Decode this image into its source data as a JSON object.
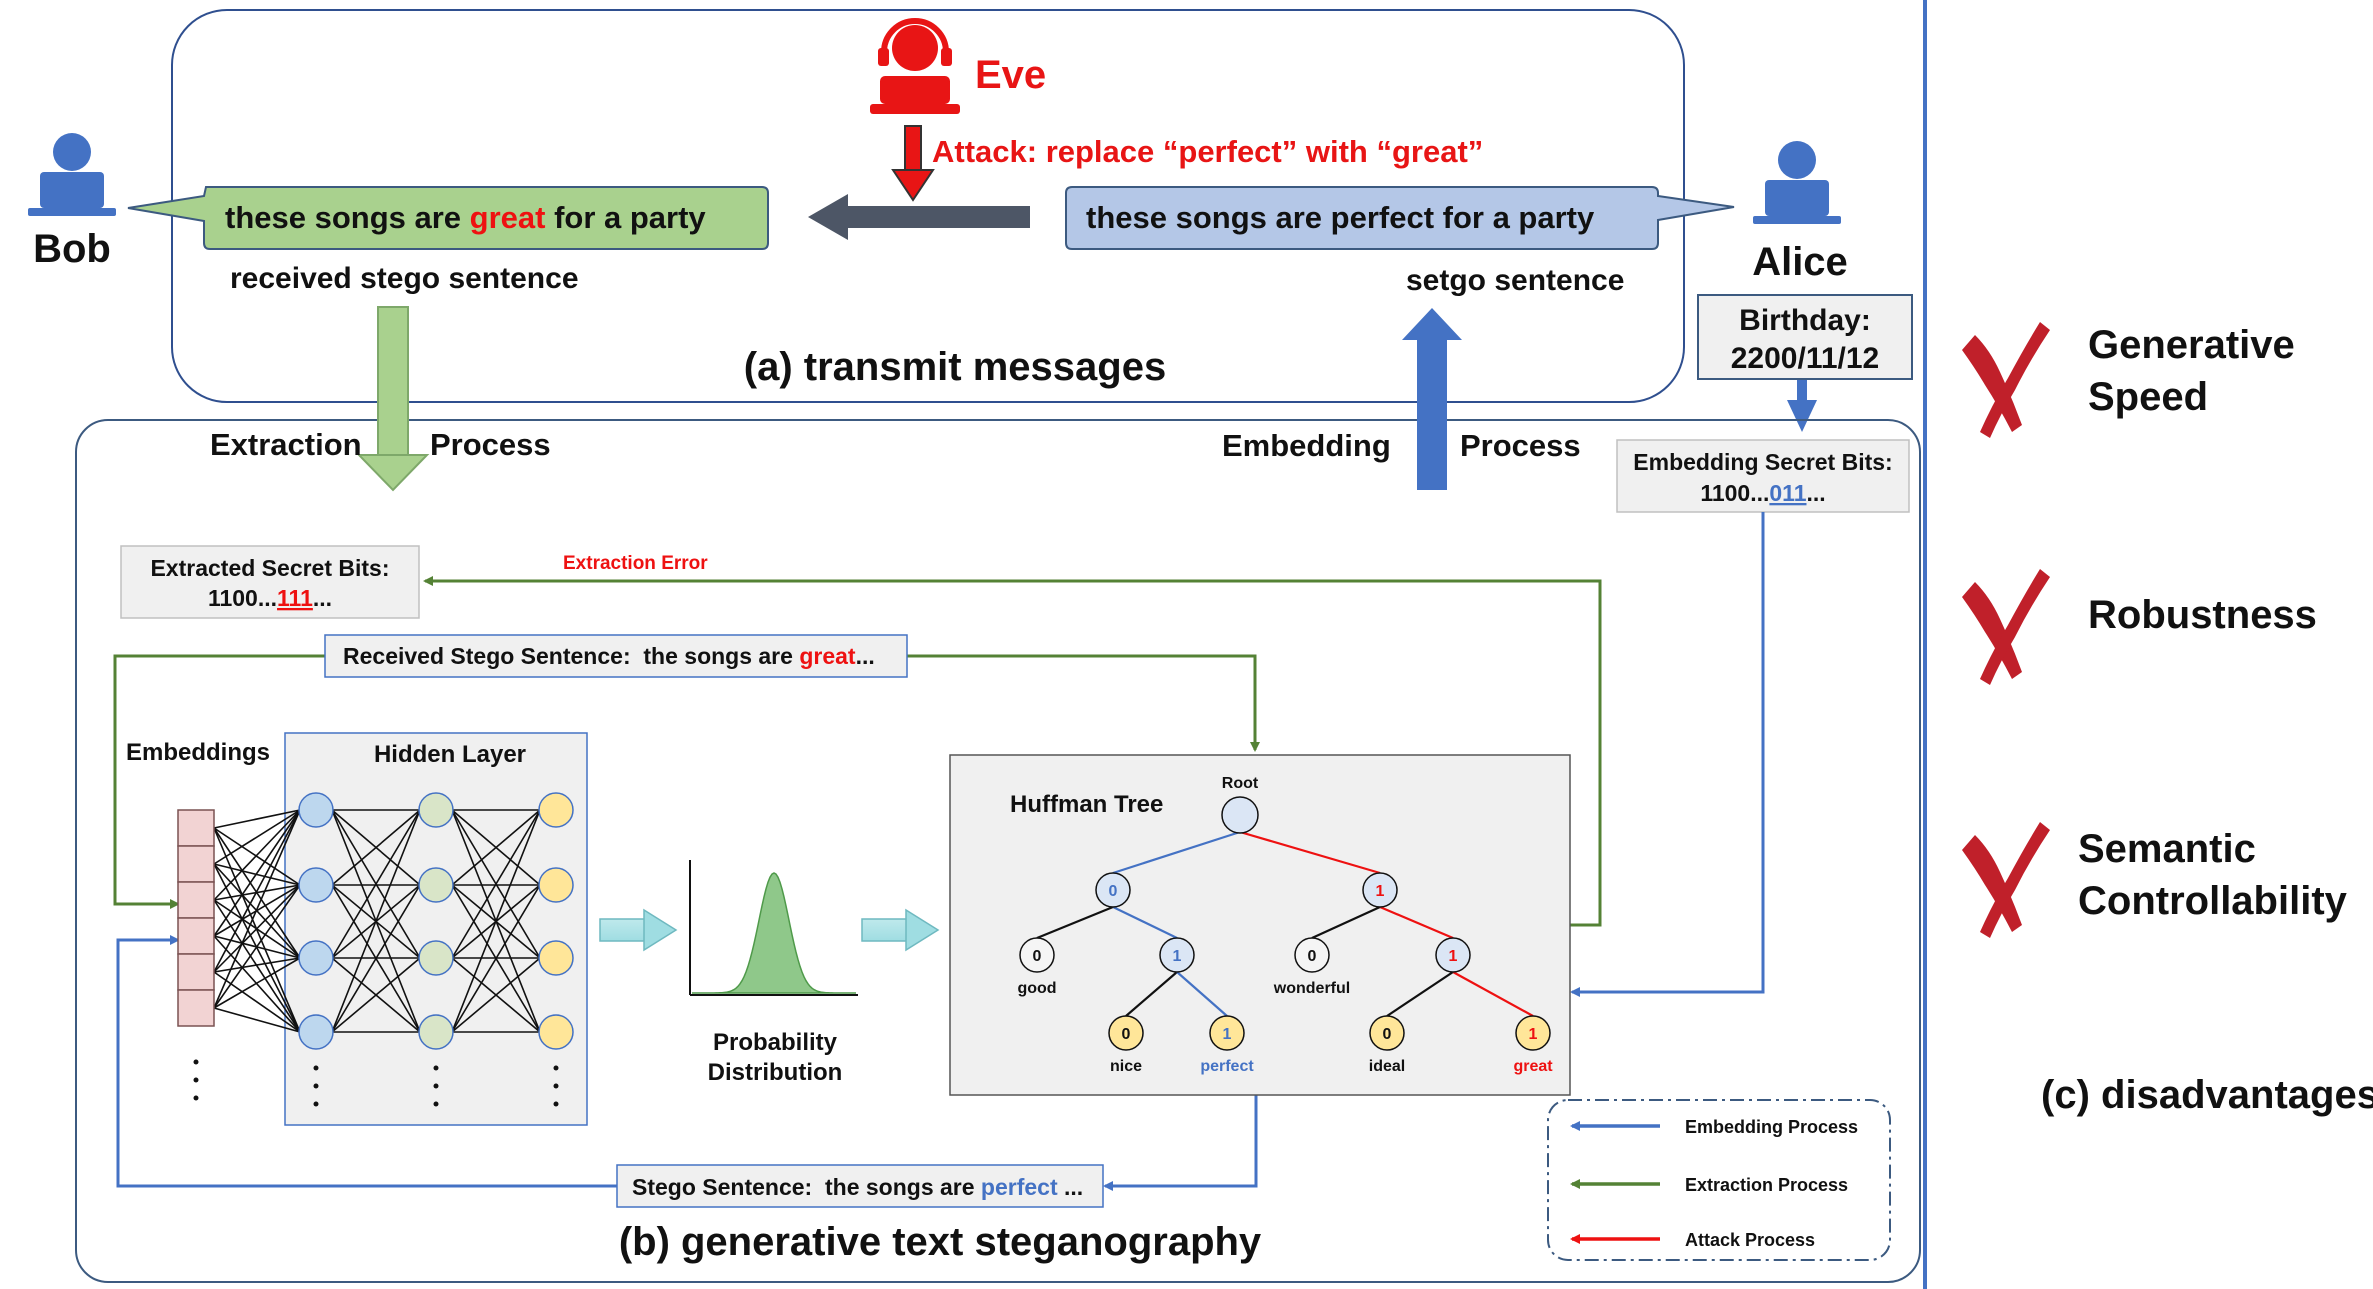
{
  "colors": {
    "embed": "#4472c4",
    "extract": "#548235",
    "attack": "#ee1111",
    "bubble_green": "#a9d18e",
    "bubble_blue": "#b4c7e7",
    "node_blue": "#bdd7ee",
    "node_green": "#d9e5c8",
    "node_yellow": "#ffe699",
    "cross": "#c0202a",
    "panel": "#f0f0f0"
  },
  "icons": {
    "eve": "headset-user-icon",
    "user": "user-laptop-icon",
    "cross": "cross-icon"
  },
  "transmit": {
    "title": "(a) transmit messages",
    "eve_label": "Eve",
    "attack_label": "Attack: replace “perfect” with “great”",
    "bob_label": "Bob",
    "alice_label": "Alice",
    "bob_msg_before": "these songs are ",
    "bob_msg_word": "great",
    "bob_msg_after": " for a party",
    "bob_caption": "received stego sentence",
    "alice_msg": "these songs are perfect for a party",
    "alice_caption": "setgo sentence",
    "birthday_line1": "Birthday:",
    "birthday_line2": "2200/11/12"
  },
  "generative": {
    "title": "(b) generative text steganography",
    "extraction_left": "Extraction",
    "extraction_right": "Process",
    "embedding_left": "Embedding",
    "embedding_right": "Process",
    "embed_bits_title": "Embedding Secret Bits:",
    "embed_bits_prefix": "1100...",
    "embed_bits_hl": "011",
    "embed_bits_suffix": "...",
    "extract_bits_title": "Extracted Secret Bits:",
    "extract_bits_prefix": "1100...",
    "extract_bits_hl": "111",
    "extract_bits_suffix": "...",
    "extraction_error": "Extraction Error",
    "received_before": "Received Stego Sentence:  the songs are ",
    "received_word": "great",
    "received_after": "...",
    "stego_before": "Stego Sentence:  the songs are ",
    "stego_word": "perfect",
    "stego_after": " ...",
    "embeddings_label": "Embeddings",
    "hidden_label": "Hidden Layer",
    "prob_line1": "Probability",
    "prob_line2": "Distribution",
    "huffman_title": "Huffman Tree",
    "root_label": "Root",
    "nodes": [
      {
        "bit": "0",
        "word": ""
      },
      {
        "bit": "1",
        "word": ""
      },
      {
        "bit": "0",
        "word": "good"
      },
      {
        "bit": "1",
        "word": ""
      },
      {
        "bit": "0",
        "word": "wonderful"
      },
      {
        "bit": "1",
        "word": ""
      },
      {
        "bit": "0",
        "word": "nice"
      },
      {
        "bit": "1",
        "word": "perfect"
      },
      {
        "bit": "0",
        "word": "ideal"
      },
      {
        "bit": "1",
        "word": "great"
      }
    ],
    "legend": {
      "embedding": "Embedding Process",
      "extraction": "Extraction Process",
      "attack": "Attack Process"
    }
  },
  "disadvantages": {
    "title": "(c) disadvantages",
    "items": [
      {
        "line1": "Generative",
        "line2": "Speed"
      },
      {
        "line1": "Robustness",
        "line2": ""
      },
      {
        "line1": "Semantic",
        "line2": "Controllability"
      }
    ]
  }
}
